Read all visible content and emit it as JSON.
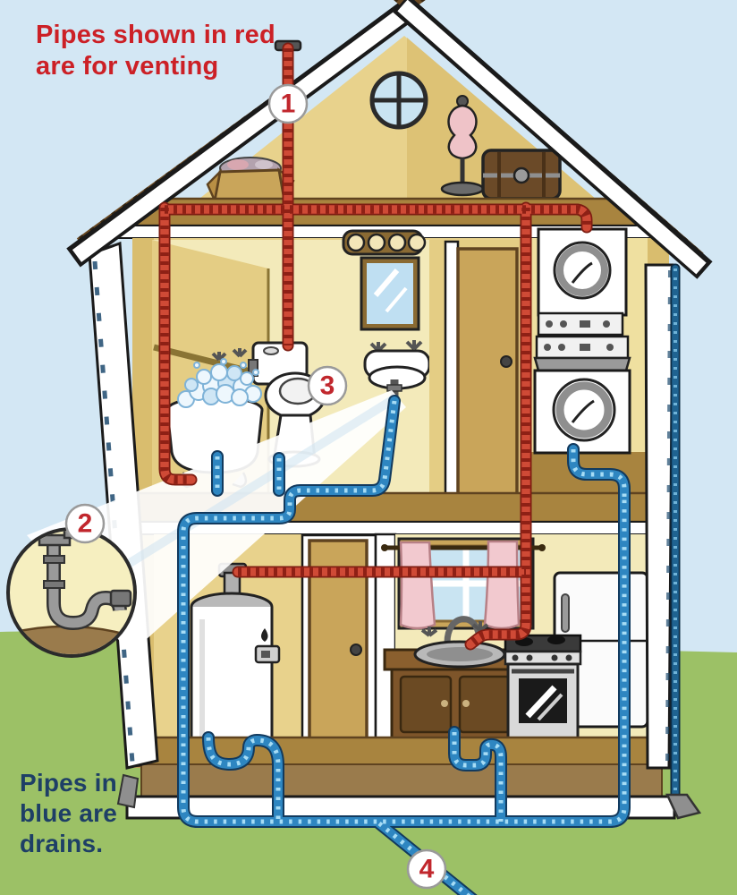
{
  "diagram": {
    "type": "plumbing-cutaway-house",
    "notes": {
      "vent": {
        "lines": [
          "Pipes shown in red",
          "are for venting"
        ],
        "color": "#cc2026"
      },
      "drain": {
        "lines": [
          "Pipes in",
          "blue are",
          "drains."
        ],
        "color": "#1e3f66"
      }
    },
    "callouts": [
      {
        "label": "1",
        "target": "roof-vent-stack"
      },
      {
        "label": "2",
        "target": "sink-p-trap-detail"
      },
      {
        "label": "3",
        "target": "toilet-vent-connection"
      },
      {
        "label": "4",
        "target": "main-sewer-drain"
      }
    ],
    "pipe_colors": {
      "venting": "#cf4a36",
      "drains": "#2e86c1"
    },
    "elements": [
      "round-attic-window",
      "dress-form",
      "storage-trunk",
      "storage-box",
      "vanity-lights",
      "mirror",
      "bathroom-sink",
      "toilet",
      "clawfoot-bathtub",
      "closet-door",
      "stacked-dryer",
      "stacked-washer",
      "water-heater",
      "utility-door",
      "kitchen-window",
      "curtains",
      "kitchen-sink",
      "stove",
      "refrigerator",
      "p-trap-inset",
      "downspout"
    ]
  }
}
